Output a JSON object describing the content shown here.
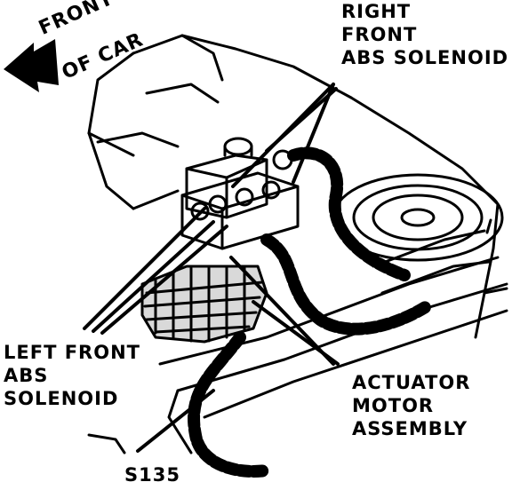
{
  "direction_label": {
    "line1": "FRONT",
    "line2": "OF CAR"
  },
  "labels": {
    "right_front_abs_solenoid": [
      "RIGHT",
      "FRONT",
      "ABS SOLENOID"
    ],
    "left_front_abs_solenoid": [
      "LEFT FRONT",
      "ABS",
      "SOLENOID"
    ],
    "actuator_motor_assembly": [
      "ACTUATOR",
      "MOTOR",
      "ASSEMBLY"
    ],
    "splice": "S135"
  },
  "colors": {
    "ink": "#000000",
    "paper": "#ffffff"
  }
}
